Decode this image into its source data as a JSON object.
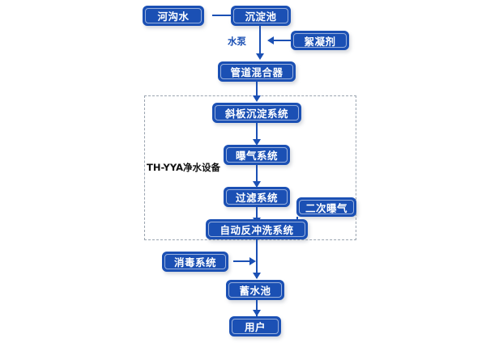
{
  "diagram": {
    "title": "",
    "accent_color": "#1b50b4",
    "dash_border_color": "#9aa4b0",
    "group": {
      "label": "TH-YYA净水设备"
    },
    "nodes": {
      "river_water": "河沟水",
      "sedimentation_tank": "沉淀池",
      "flocculant": "絮凝剂",
      "pipeline_mixer": "管道混合器",
      "inclined_plate_system": "斜板沉淀系统",
      "aeration_system": "曝气系统",
      "filtration_system": "过滤系统",
      "secondary_aeration": "二次曝气",
      "auto_backwash_system": "自动反冲洗系统",
      "disinfection_system": "消毒系统",
      "storage_tank": "蓄水池",
      "user": "用户"
    },
    "labels": {
      "water_pump": "水泵"
    }
  }
}
